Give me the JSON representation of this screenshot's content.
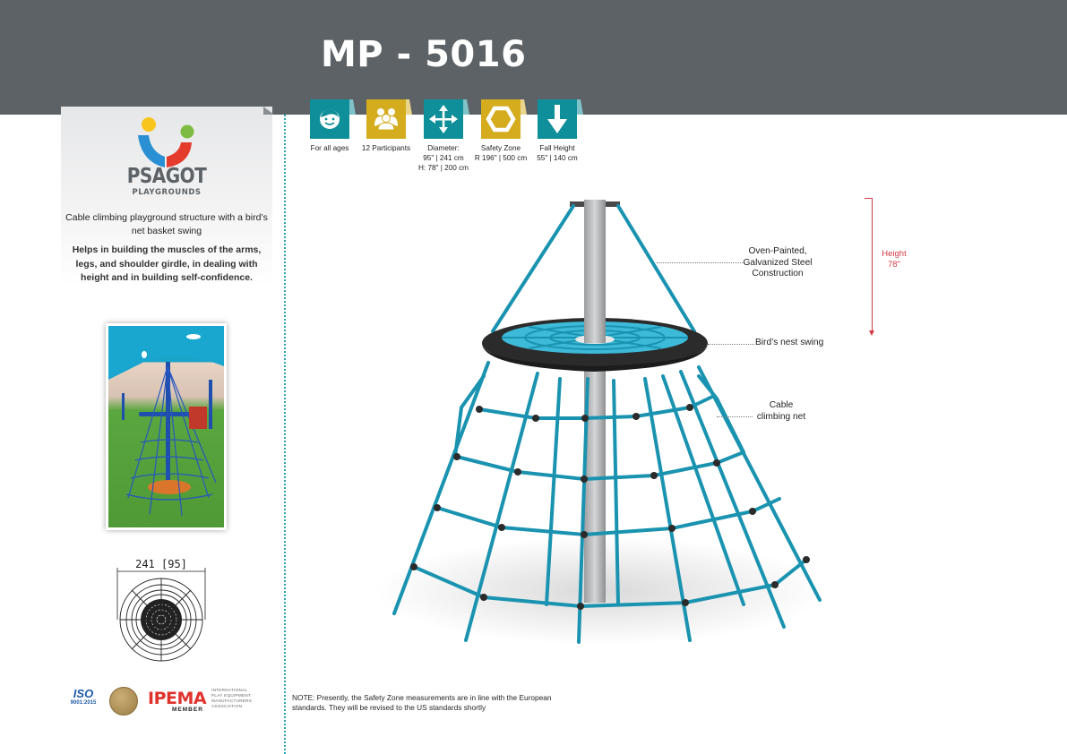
{
  "header": {
    "title": "MP - 5016",
    "background_color": "#5d6266"
  },
  "brand": {
    "name": "PSAGOT",
    "subtitle": "PLAYGROUNDS",
    "logo_colors": {
      "yellow": "#f7c51b",
      "green": "#7dbb42",
      "blue": "#2b8fd3",
      "red": "#e53b2c"
    }
  },
  "description": {
    "summary": "Cable climbing playground structure with a bird’s net basket swing",
    "benefits": "Helps in building the muscles of the arms, legs, and shoulder girdle, in dealing with height and in building self-confidence."
  },
  "photo": {
    "alt": "Installed cable climbing net with bird's nest swing under shade sail"
  },
  "plan_view": {
    "dimension_label": "241 [95]"
  },
  "features": [
    {
      "icon": "child-face-icon",
      "color": "#0f8f99",
      "label_lines": [
        "For all ages"
      ]
    },
    {
      "icon": "group-people-icon",
      "color": "#d4ac1e",
      "label_lines": [
        "12 Participants"
      ]
    },
    {
      "icon": "four-way-arrows-icon",
      "color": "#0f8f99",
      "label_lines": [
        "Diameter:",
        "95\" | 241 cm",
        "H: 78\" | 200 cm"
      ]
    },
    {
      "icon": "hexagon-icon",
      "color": "#d4ac1e",
      "label_lines": [
        "Safety Zone",
        "R 196\" |  500 cm"
      ]
    },
    {
      "icon": "down-arrow-icon",
      "color": "#0f8f99",
      "label_lines": [
        "Fall Height",
        "55\" | 140 cm"
      ]
    }
  ],
  "callouts": {
    "steel": [
      "Oven-Painted,",
      "Galvanized Steel",
      "Construction"
    ],
    "swing": [
      "Bird’s nest swing"
    ],
    "net": [
      "Cable",
      "climbing net"
    ]
  },
  "height_indicator": {
    "label": "Height",
    "value": "78\"",
    "color": "#d23a45"
  },
  "certifications": {
    "iso": {
      "title": "ISO",
      "number": "9001:2015"
    },
    "seal": {
      "name": "quality-seal"
    },
    "ipema": {
      "title": "IPEMA",
      "member": "MEMBER",
      "org_lines": [
        "INTERNATIONAL",
        "PLAY EQUIPMENT",
        "MANUFACTURERS",
        "ASSOCIATION"
      ]
    }
  },
  "note": "NOTE: Presently, the Safety Zone measurements are in line with the European standards. They will be revised to the US standards shortly"
}
